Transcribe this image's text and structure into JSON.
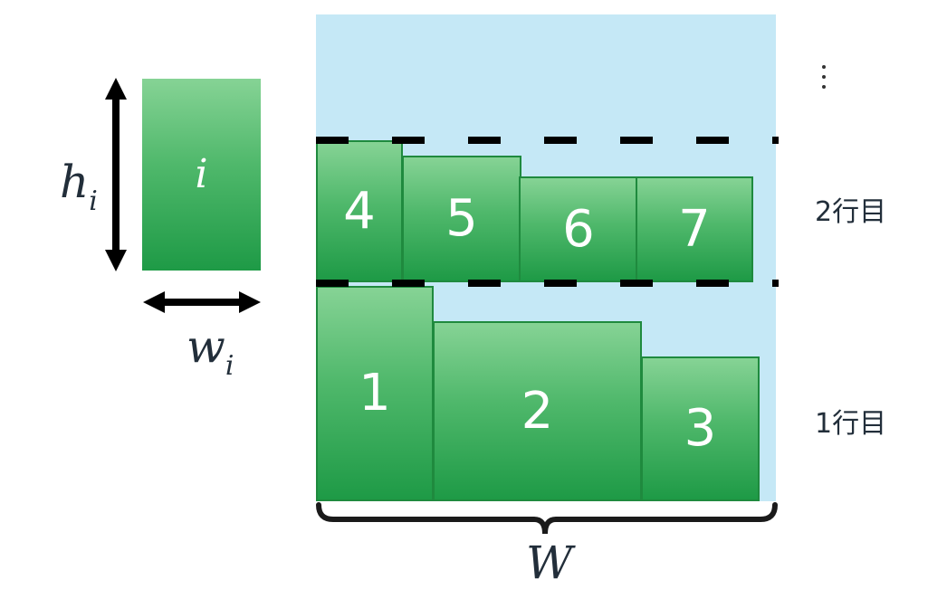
{
  "example_item": {
    "label": "i",
    "height_symbol": "h",
    "width_symbol": "w",
    "subscript": "i"
  },
  "bin": {
    "width_symbol": "W",
    "continuation": "⋮",
    "background_color": "#c5e8f6"
  },
  "items": [
    {
      "label": "1",
      "row": 1
    },
    {
      "label": "2",
      "row": 1
    },
    {
      "label": "3",
      "row": 1
    },
    {
      "label": "4",
      "row": 2
    },
    {
      "label": "5",
      "row": 2
    },
    {
      "label": "6",
      "row": 2
    },
    {
      "label": "7",
      "row": 2
    }
  ],
  "row_labels": {
    "row1": "1行目",
    "row2": "2行目"
  },
  "colors": {
    "item_light": "#86d395",
    "item_dark": "#1e9a46",
    "item_border": "#1f8a3e",
    "text_dark": "#222e3a",
    "line": "#000000"
  }
}
